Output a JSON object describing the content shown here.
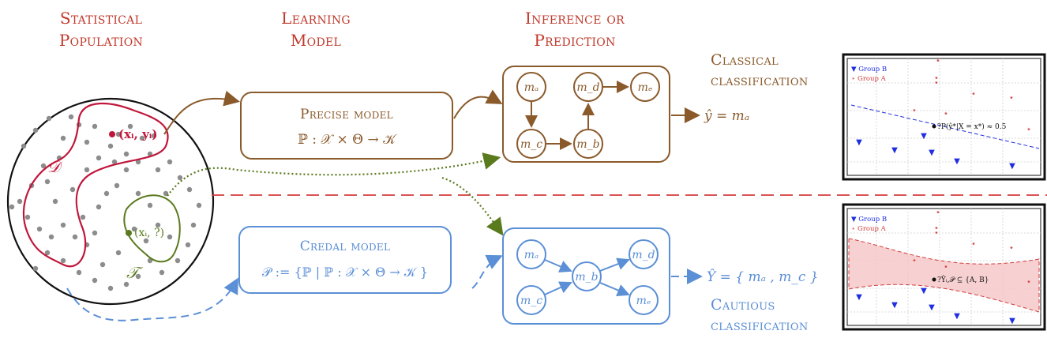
{
  "headers": {
    "population": [
      "Statistical",
      "Population"
    ],
    "learning": [
      "Learning",
      "Model"
    ],
    "inference": [
      "Inference or",
      "Prediction"
    ]
  },
  "population": {
    "point_train": "(xᵢ, yᵢ)",
    "point_test": "(xᵢ, ?)",
    "set_D": "𝒟",
    "set_T": "𝒯"
  },
  "precise": {
    "title": "Precise model",
    "formula": "ℙ : 𝒳 × Θ → 𝒦",
    "nodes": [
      "mₐ",
      "m_d",
      "mₑ",
      "m_c",
      "m_b"
    ],
    "output": "ŷ = mₐ",
    "caption": [
      "Classical",
      "classification"
    ]
  },
  "credal": {
    "title": "Credal model",
    "formula": "𝒫 := {ℙ | ℙ : 𝒳 × Θ → 𝒦 }",
    "nodes": [
      "mₐ",
      "m_b",
      "m_d",
      "m_c",
      "mₑ"
    ],
    "output": "Ŷ = { mₐ , m_c }",
    "caption": [
      "Cautious",
      "classification"
    ]
  },
  "plots": {
    "legend": [
      "Group B",
      "Group A"
    ],
    "annot_top": "?P(ŷ*|X = x*) ≈ 0.5",
    "annot_bottom": "?Ŷᵢ,𝒫 ⊆ {A, B}"
  },
  "colors": {
    "red": "#c0392b",
    "brown": "#8a5a2b",
    "blue": "#5b8fd6",
    "green": "#5a7a1e"
  }
}
